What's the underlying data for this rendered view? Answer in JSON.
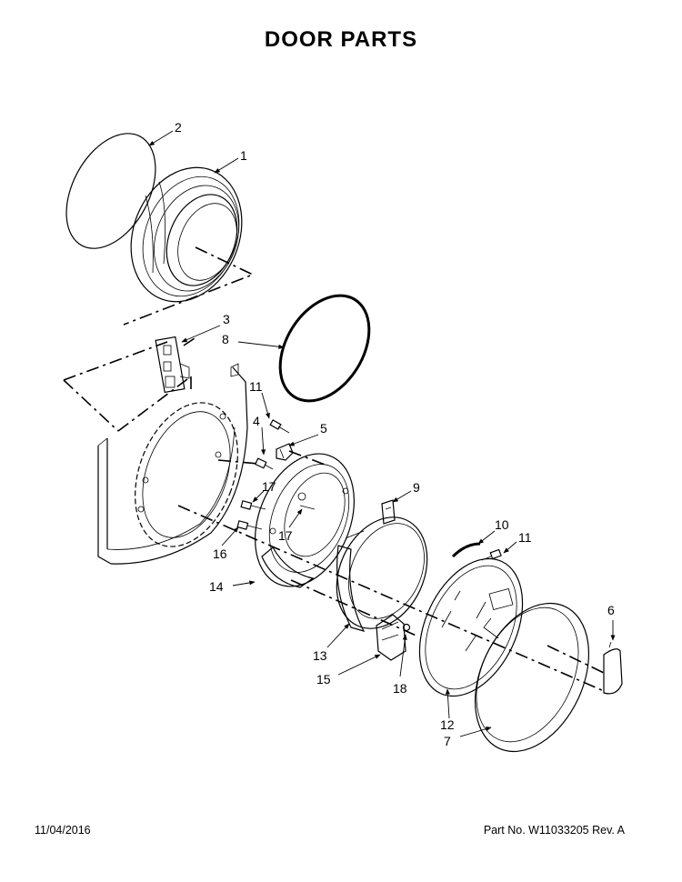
{
  "title": "DOOR  PARTS",
  "footer": {
    "date": "11/04/2016",
    "part_info": "Part No.  W11033205   Rev.  A"
  },
  "callouts": {
    "c1": "1",
    "c2": "2",
    "c3": "3",
    "c4": "4",
    "c5": "5",
    "c6": "6",
    "c7": "7",
    "c8": "8",
    "c9": "9",
    "c10": "10",
    "c11a": "11",
    "c11b": "11",
    "c12": "12",
    "c13": "13",
    "c14": "14",
    "c15": "15",
    "c16": "16",
    "c17a": "17",
    "c17b": "17",
    "c18": "18"
  }
}
